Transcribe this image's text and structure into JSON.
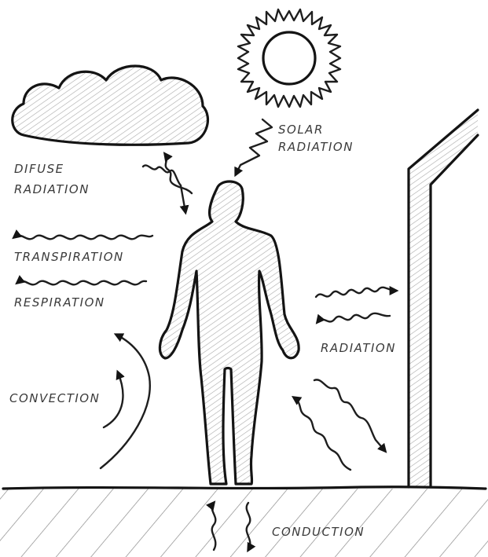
{
  "labels": {
    "solar_line1": "SOLAR",
    "solar_line2": "RADIATION",
    "diffuse_line1": "DIFUSE",
    "diffuse_line2": "RADIATION",
    "transpiration": "TRANSPIRATION",
    "respiration": "RESPIRATION",
    "convection": "CONVECTION",
    "radiation": "RADIATION",
    "conduction": "CONDUCTION"
  },
  "colors": {
    "ink": "#141414",
    "label_text": "#3a3a3a",
    "shading": "#9a9a9a",
    "background": "#ffffff"
  }
}
